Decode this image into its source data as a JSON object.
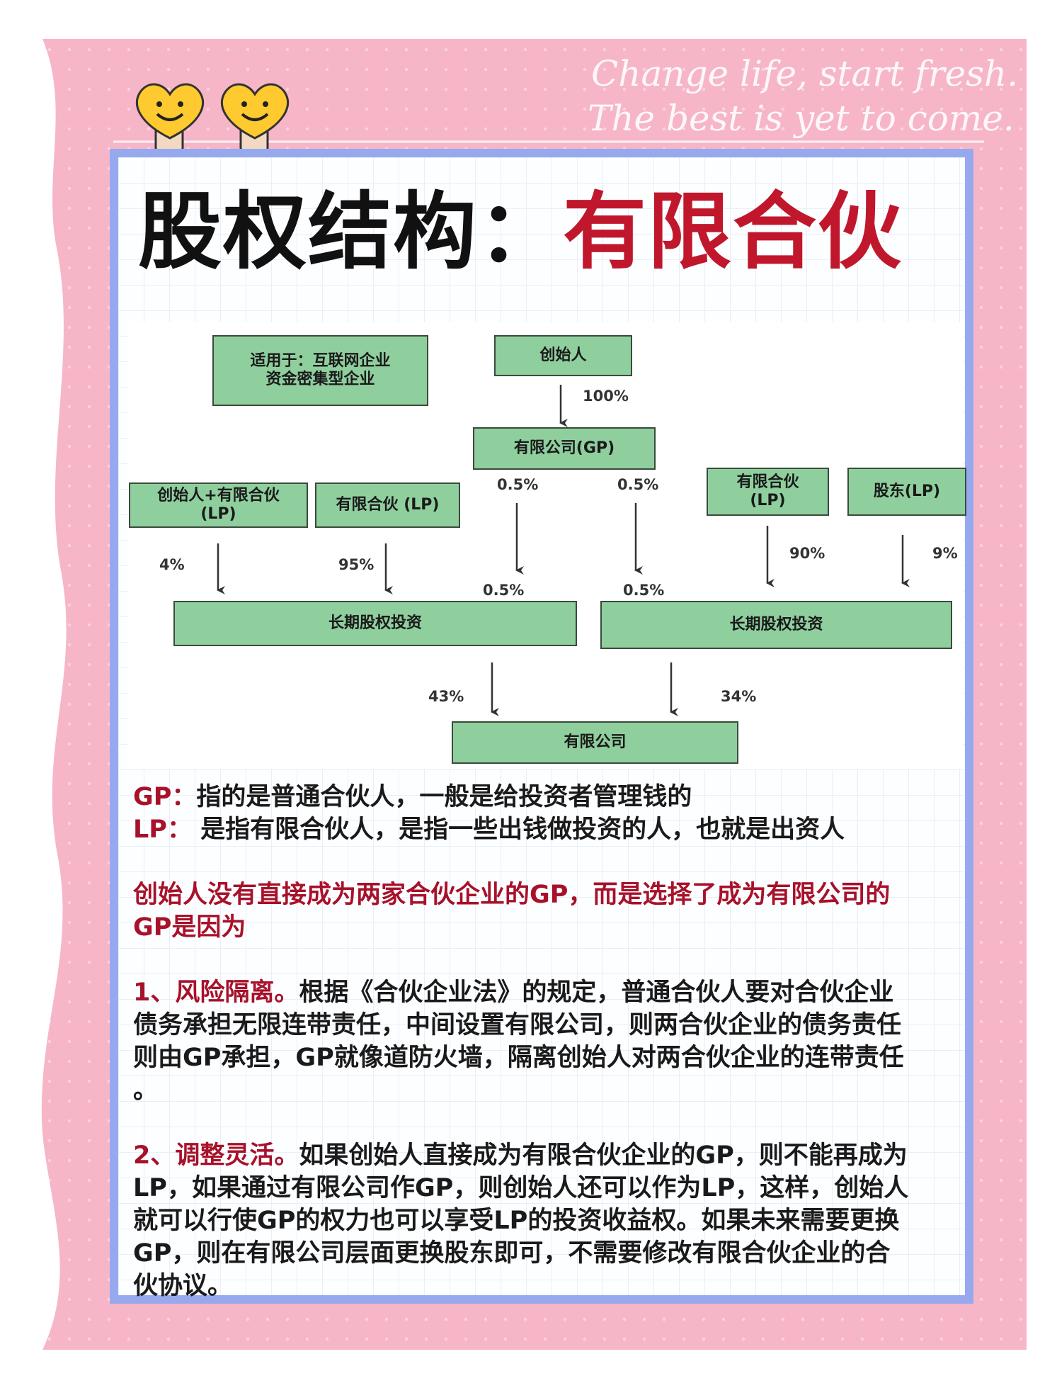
{
  "deco": {
    "line1": "Change life, start fresh.",
    "line2": "The best is yet to come."
  },
  "title": {
    "black": "股权结构：",
    "red": "有限合伙"
  },
  "diagram": {
    "boxes": {
      "applies": "适用于：互联网企业\n资金密集型企业",
      "founder": "创始人",
      "gp_company": "有限公司(GP)",
      "founder_lp": "创始人+有限合伙\n(LP)",
      "lp_left": "有限合伙 (LP)",
      "lp_right": "有限合伙\n(LP)",
      "shareholder_lp": "股东(LP)",
      "fund_left": "长期股权投资",
      "fund_right": "长期股权投资",
      "company": "有限公司"
    },
    "percents": {
      "founder_to_gp": "100%",
      "gp_left_top": "0.5%",
      "gp_right_top": "0.5%",
      "gp_left_bottom": "0.5%",
      "gp_right_bottom": "0.5%",
      "founder_lp": "4%",
      "lp_left": "95%",
      "lp_right": "90%",
      "shareholder": "9%",
      "fund_left_out": "43%",
      "fund_right_out": "34%"
    },
    "colors": {
      "box_fill": "#8fcf9e",
      "box_border": "#3a4a3c",
      "arrow": "#333333"
    }
  },
  "text": {
    "gp_label": "GP：",
    "gp_def": "指的是普通合伙人，一般是给投资者管理钱的",
    "lp_label": "LP：",
    "lp_def": "是指有限合伙人，是指一些出钱做投资的人，也就是出资人",
    "question_1": "创始人没有直接成为两家合伙企业的GP，而是选择了成为有限公司的",
    "question_2": "GP是因为",
    "p1_head": "1、风险隔离。",
    "p1_l1": "根据《合伙企业法》的规定，普通合伙人要对合伙企业",
    "p1_l2": "债务承担无限连带责任，中间设置有限公司，则两合伙企业的债务责任",
    "p1_l3": "则由GP承担，GP就像道防火墙，隔离创始人对两合伙企业的连带责任",
    "p1_l4": "。",
    "p2_head": "2、调整灵活。",
    "p2_l1": "如果创始人直接成为有限合伙企业的GP，则不能再成为",
    "p2_l2": "LP，如果通过有限公司作GP，则创始人还可以作为LP，这样，创始人",
    "p2_l3": "就可以行使GP的权力也可以享受LP的投资收益权。如果未来需要更换",
    "p2_l4": "GP，则在有限公司层面更换股东即可，不需要修改有限合伙企业的合",
    "p2_l5": "伙协议。"
  },
  "colors": {
    "frame_pink": "#f6b6c8",
    "card_border": "#97a9ee",
    "title_red": "#c0172c",
    "accent_red": "#a8112a"
  }
}
